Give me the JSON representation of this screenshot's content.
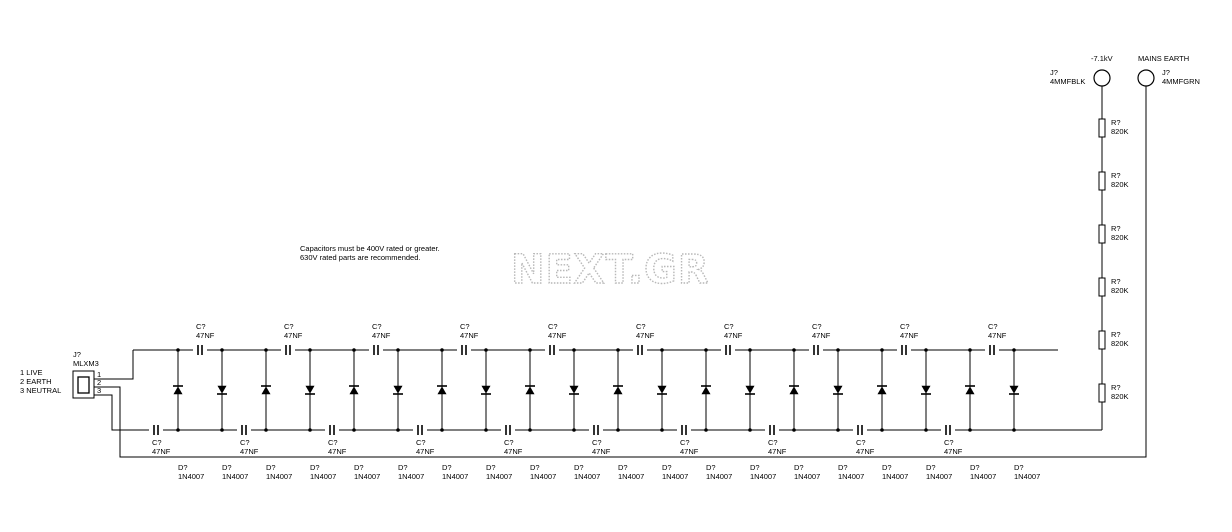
{
  "watermark": "NEXT.GR",
  "note": {
    "line1": "Capacitors must be 400V rated or greater.",
    "line2": "630V rated parts are recommended."
  },
  "input_connector": {
    "ref": "J?",
    "part": "MLXM3",
    "pin_labels": [
      "1 LIVE",
      "2 EARTH",
      "3 NEUTRAL"
    ],
    "pin_numbers": [
      "1",
      "2",
      "3"
    ]
  },
  "output_terminals": [
    {
      "title": "-7.1kV",
      "ref": "J?",
      "part": "4MMFBLK"
    },
    {
      "title": "MAINS EARTH",
      "ref": "J?",
      "part": "4MMFGRN"
    }
  ],
  "top_capacitors": [
    {
      "ref": "C?",
      "value": "47NF"
    },
    {
      "ref": "C?",
      "value": "47NF"
    },
    {
      "ref": "C?",
      "value": "47NF"
    },
    {
      "ref": "C?",
      "value": "47NF"
    },
    {
      "ref": "C?",
      "value": "47NF"
    },
    {
      "ref": "C?",
      "value": "47NF"
    },
    {
      "ref": "C?",
      "value": "47NF"
    },
    {
      "ref": "C?",
      "value": "47NF"
    },
    {
      "ref": "C?",
      "value": "47NF"
    },
    {
      "ref": "C?",
      "value": "47NF"
    }
  ],
  "bottom_capacitors": [
    {
      "ref": "C?",
      "value": "47NF"
    },
    {
      "ref": "C?",
      "value": "47NF"
    },
    {
      "ref": "C?",
      "value": "47NF"
    },
    {
      "ref": "C?",
      "value": "47NF"
    },
    {
      "ref": "C?",
      "value": "47NF"
    },
    {
      "ref": "C?",
      "value": "47NF"
    },
    {
      "ref": "C?",
      "value": "47NF"
    },
    {
      "ref": "C?",
      "value": "47NF"
    },
    {
      "ref": "C?",
      "value": "47NF"
    },
    {
      "ref": "C?",
      "value": "47NF"
    }
  ],
  "diodes": [
    {
      "ref": "D?",
      "value": "1N4007"
    },
    {
      "ref": "D?",
      "value": "1N4007"
    },
    {
      "ref": "D?",
      "value": "1N4007"
    },
    {
      "ref": "D?",
      "value": "1N4007"
    },
    {
      "ref": "D?",
      "value": "1N4007"
    },
    {
      "ref": "D?",
      "value": "1N4007"
    },
    {
      "ref": "D?",
      "value": "1N4007"
    },
    {
      "ref": "D?",
      "value": "1N4007"
    },
    {
      "ref": "D?",
      "value": "1N4007"
    },
    {
      "ref": "D?",
      "value": "1N4007"
    },
    {
      "ref": "D?",
      "value": "1N4007"
    },
    {
      "ref": "D?",
      "value": "1N4007"
    },
    {
      "ref": "D?",
      "value": "1N4007"
    },
    {
      "ref": "D?",
      "value": "1N4007"
    },
    {
      "ref": "D?",
      "value": "1N4007"
    },
    {
      "ref": "D?",
      "value": "1N4007"
    },
    {
      "ref": "D?",
      "value": "1N4007"
    },
    {
      "ref": "D?",
      "value": "1N4007"
    },
    {
      "ref": "D?",
      "value": "1N4007"
    },
    {
      "ref": "D?",
      "value": "1N4007"
    }
  ],
  "resistors": [
    {
      "ref": "R?",
      "value": "820K"
    },
    {
      "ref": "R?",
      "value": "820K"
    },
    {
      "ref": "R?",
      "value": "820K"
    },
    {
      "ref": "R?",
      "value": "820K"
    },
    {
      "ref": "R?",
      "value": "820K"
    },
    {
      "ref": "R?",
      "value": "820K"
    }
  ]
}
